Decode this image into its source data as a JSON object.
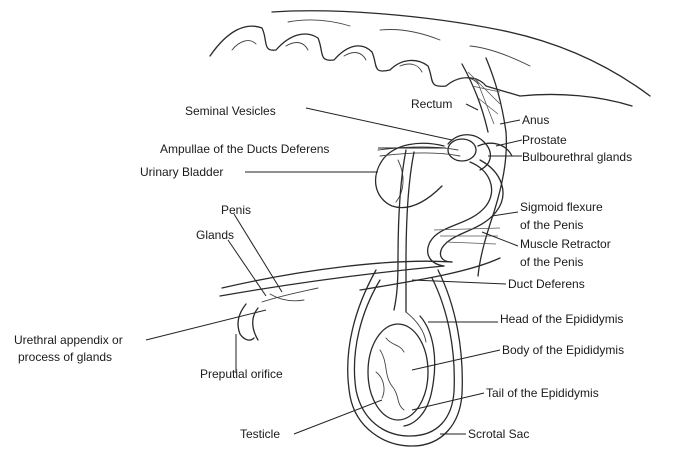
{
  "labels": {
    "seminal_vesicles": "Seminal Vesicles",
    "rectum": "Rectum",
    "anus": "Anus",
    "prostate": "Prostate",
    "bulbourethral_glands": "Bulbourethral glands",
    "ampullae": "Ampullae of the Ducts Deferens",
    "urinary_bladder": "Urinary Bladder",
    "penis": "Penis",
    "glands": "Glands",
    "sigmoid_flexure_1": "Sigmoid flexure",
    "sigmoid_flexure_2": "of the Penis",
    "muscle_retractor_1": "Muscle Retractor",
    "muscle_retractor_2": "of the Penis",
    "duct_deferens": "Duct Deferens",
    "head_epididymis": "Head of the Epididymis",
    "body_epididymis": "Body of the Epididymis",
    "tail_epididymis": "Tail of the Epididymis",
    "urethral_appendix_1": "Urethral appendix or",
    "urethral_appendix_2": "process of glands",
    "preputial_orifice": "Preputial orifice",
    "testicle": "Testicle",
    "scrotal_sac": "Scrotal Sac"
  }
}
